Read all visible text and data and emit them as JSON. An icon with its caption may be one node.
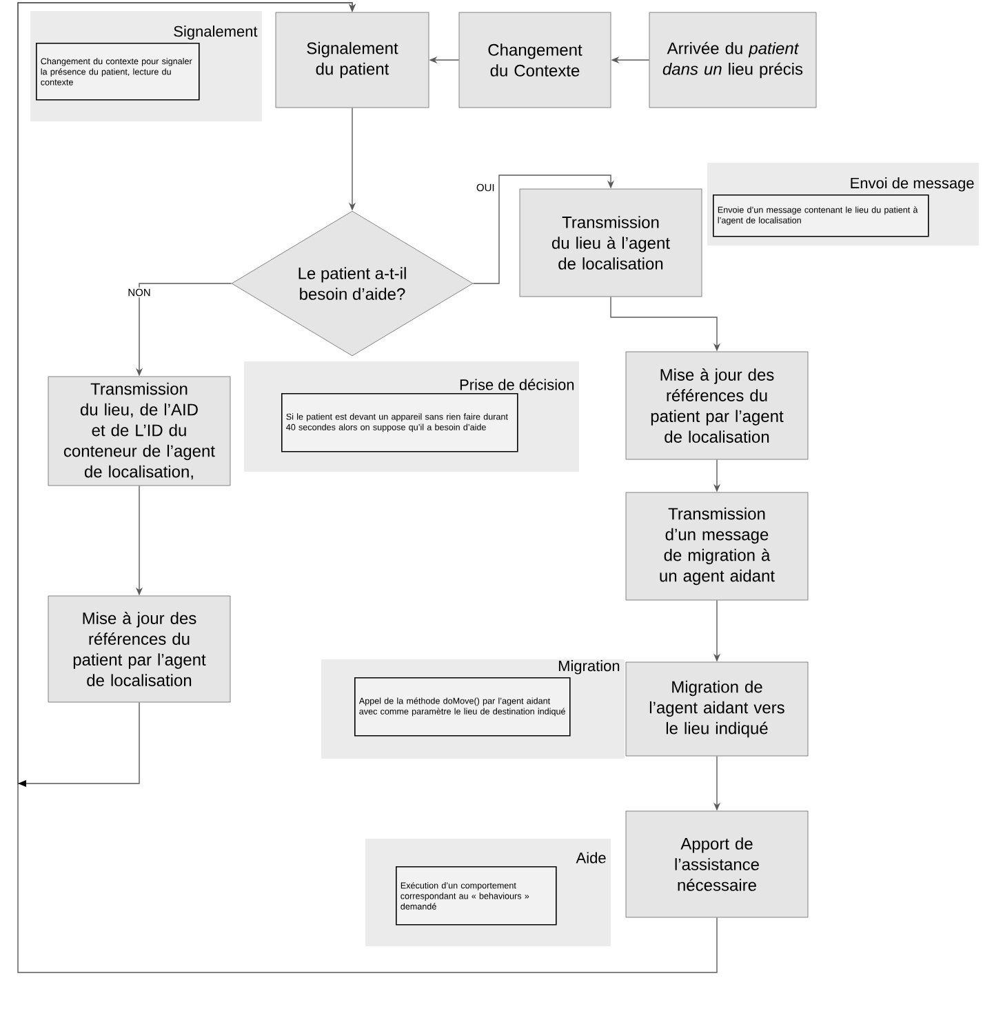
{
  "diagram": {
    "nodes": [
      {
        "text": [
          "Signalement",
          "Changement du contexte pour signaler la présence du patient, lecture du contexte"
        ]
      },
      {
        "text": [
          "Signalement du patient"
        ]
      },
      {
        "text": [
          "Changement du Contexte"
        ]
      },
      {
        "text": [
          "Arrivée du *patient dans un* lieu précis"
        ]
      },
      {
        "text": [
          "Le patient a-t-il besoin d’aide?"
        ]
      },
      {
        "text": [
          "Transmission du lieu à l’agent de localisation"
        ]
      },
      {
        "text": [
          "Envoi de message",
          "Envoie d’un message  contenant le lieu du patient à l’agent de localisation"
        ]
      },
      {
        "text": [
          "Transmission du lieu, de l’AID et de L’ID du conteneur de l’agent de localisation,"
        ]
      },
      {
        "text": [
          "Prise de décision",
          "Si le patient est devant un appareil sans rien faire durant 40 secondes alors on suppose qu’il a besoin d’aide"
        ]
      },
      {
        "text": [
          "Mise à jour des références du patient par l’agent de localisation"
        ]
      },
      {
        "text": [
          "Transmission d’un message de migration à un agent aidant"
        ]
      },
      {
        "text": [
          "Mise à jour des références du patient par  l’agent de localisation"
        ]
      },
      {
        "text": [
          "Migration",
          "Appel de la méthode doMove() par l’agent aidant avec comme paramètre le lieu de destination indiqué"
        ]
      },
      {
        "text": [
          "Migration de l’agent aidant vers le lieu indiqué"
        ]
      },
      {
        "text": [
          "Aide",
          "Exécution d’un comportement correspondant au « behaviours » demandé"
        ]
      },
      {
        "text": [
          "Apport de l’assistance nécessaire"
        ]
      }
    ],
    "edges": [
      {
        "from": 3,
        "to": 2,
        "arrow": "to"
      },
      {
        "from": 2,
        "to": 1,
        "arrow": "to"
      },
      {
        "from": 1,
        "to": 4,
        "arrow": "to"
      },
      {
        "from": 4,
        "to": 5,
        "arrow": "to",
        "label": "OUI"
      },
      {
        "from": 4,
        "to": 7,
        "arrow": "to",
        "label": "NON"
      },
      {
        "from": 5,
        "to": 9,
        "arrow": "to"
      },
      {
        "from": 9,
        "to": 10,
        "arrow": "to"
      },
      {
        "from": 10,
        "to": 13,
        "arrow": "to"
      },
      {
        "from": 13,
        "to": 15,
        "arrow": "to"
      },
      {
        "from": 7,
        "to": 11,
        "arrow": "to"
      },
      {
        "from": 15,
        "to": 1,
        "arrow": "to"
      },
      {
        "from": 11,
        "to": 1,
        "arrow": "to"
      }
    ]
  }
}
